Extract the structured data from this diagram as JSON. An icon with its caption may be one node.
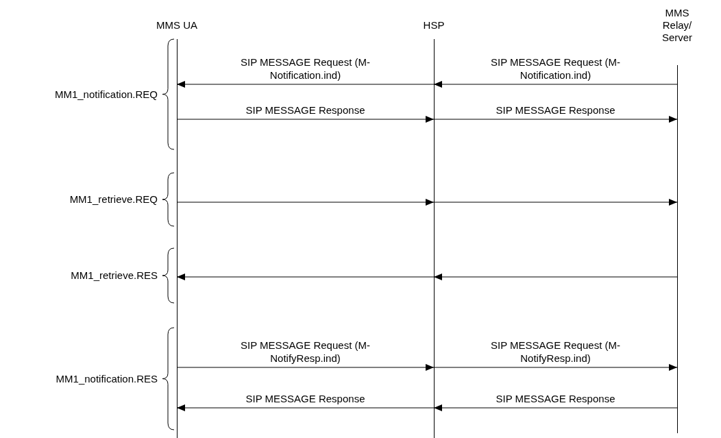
{
  "diagram": {
    "nodes": [
      {
        "text": [
          "MMS UA"
        ]
      },
      {
        "text": [
          "HSP"
        ]
      },
      {
        "text": [
          "MMS Relay/ Server"
        ]
      }
    ],
    "edges": [
      {
        "from": 1,
        "to": 0,
        "arrow": "to",
        "label": "SIP MESSAGE Request (M-Notification.ind)"
      },
      {
        "from": 2,
        "to": 1,
        "arrow": "to",
        "label": "SIP MESSAGE Request (M-Notification.ind)"
      },
      {
        "from": 0,
        "to": 1,
        "arrow": "to",
        "label": "SIP MESSAGE Response"
      },
      {
        "from": 1,
        "to": 2,
        "arrow": "to",
        "label": "SIP MESSAGE Response"
      },
      {
        "from": 0,
        "to": 1,
        "arrow": "to"
      },
      {
        "from": 1,
        "to": 2,
        "arrow": "to"
      },
      {
        "from": 1,
        "to": 0,
        "arrow": "to"
      },
      {
        "from": 2,
        "to": 1,
        "arrow": "to"
      },
      {
        "from": 0,
        "to": 1,
        "arrow": "to",
        "label": "SIP MESSAGE Request (M-NotifyResp.ind)"
      },
      {
        "from": 1,
        "to": 2,
        "arrow": "to",
        "label": "SIP MESSAGE Request (M-NotifyResp.ind)"
      },
      {
        "from": 1,
        "to": 0,
        "arrow": "to",
        "label": "SIP MESSAGE Response"
      },
      {
        "from": 2,
        "to": 1,
        "arrow": "to",
        "label": "SIP MESSAGE Response"
      }
    ],
    "labels": [
      "MM1_notification.REQ",
      "MM1_retrieve.REQ",
      "MM1_retrieve.RES",
      "MM1_notification.RES"
    ]
  }
}
